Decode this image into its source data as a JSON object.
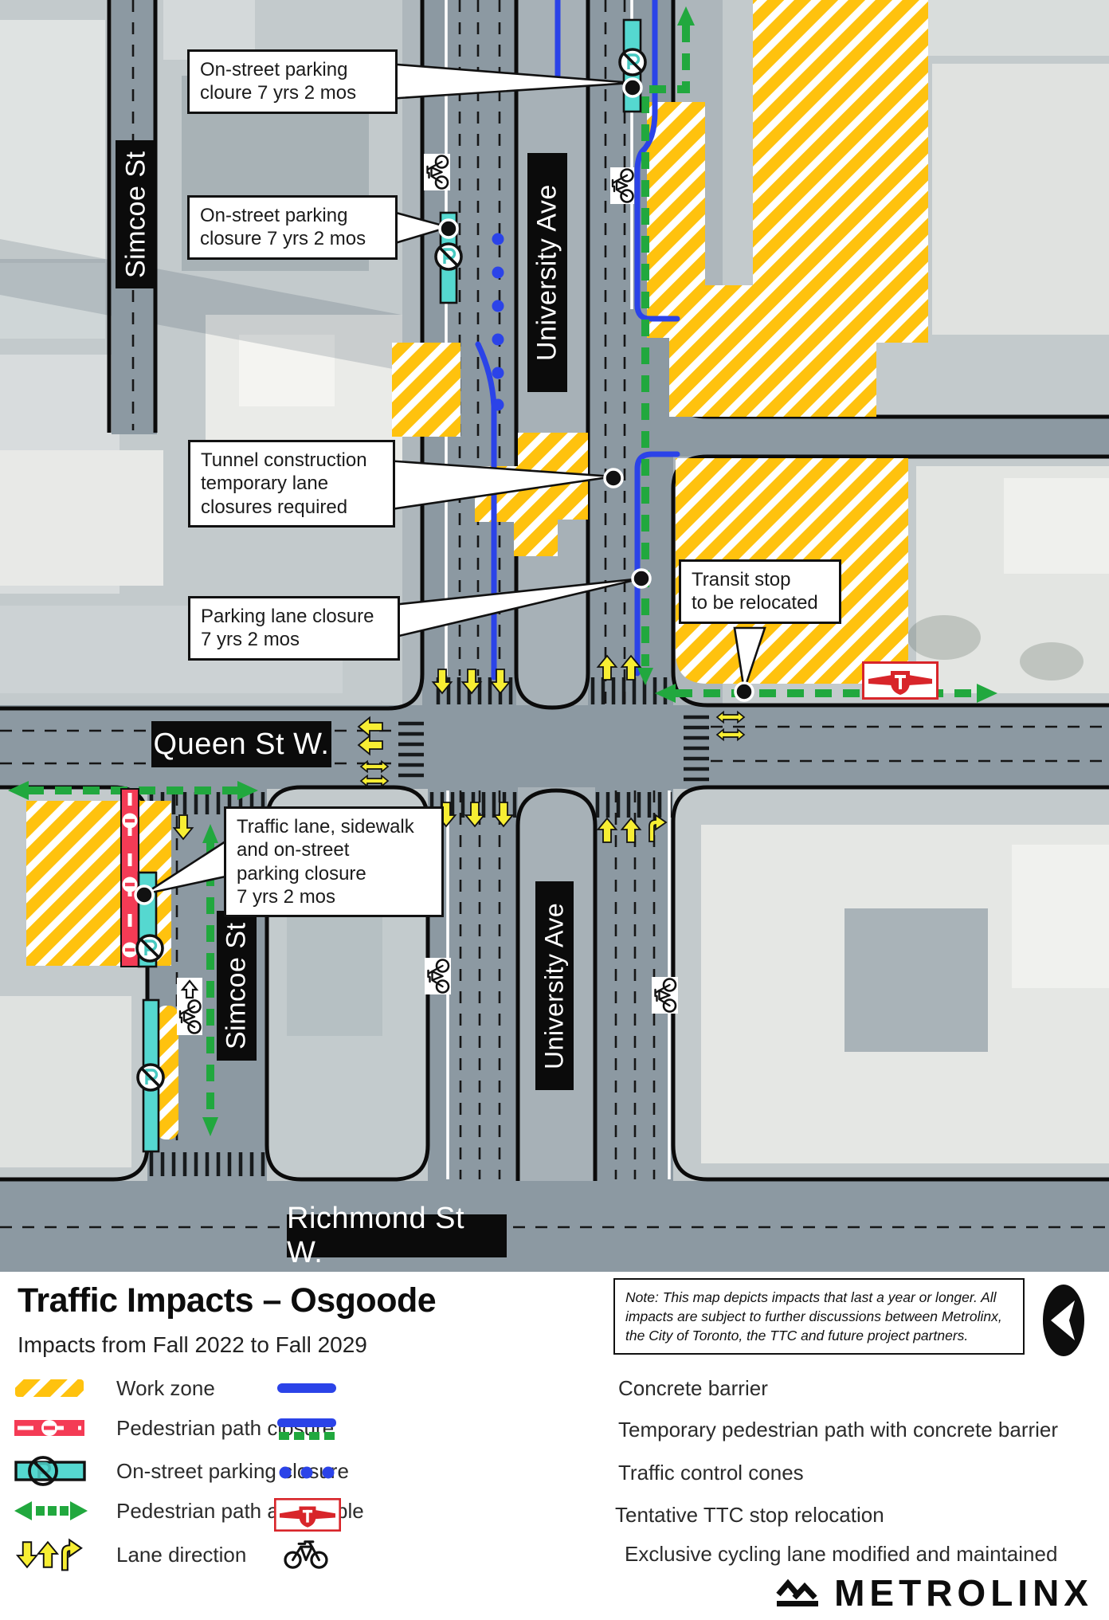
{
  "colors": {
    "work_zone_yellow": "#FFC20E",
    "barrier_blue": "#2B43E8",
    "path_green": "#21A83E",
    "parking_teal": "#55D8D0",
    "closure_red": "#F43B55",
    "ttc_red": "#D8252A",
    "road_gray": "#8C99A2",
    "arrow_yellow": "#F7EE33",
    "label_black": "#0B0B0B"
  },
  "map": {
    "street_labels": {
      "simcoe_top": "Simcoe St",
      "university_top": "University Ave",
      "queen": "Queen St W.",
      "simcoe_bottom": "Simcoe St",
      "university_bottom": "University Ave",
      "richmond": "Richmond St W."
    },
    "callouts": {
      "parking_top": {
        "text": "On-street parking\ncloure 7 yrs 2 mos"
      },
      "parking_mid": {
        "text": "On-street parking\nclosure 7 yrs 2 mos"
      },
      "tunnel": {
        "text": "Tunnel construction\ntemporary lane\nclosures required"
      },
      "parking_lane": {
        "text": "Parking lane closure\n7 yrs 2 mos"
      },
      "transit_stop": {
        "text": "Transit stop\nto be relocated"
      },
      "traffic_lane": {
        "text": "Traffic lane, sidewalk\nand on-street\nparking closure\n7 yrs 2 mos"
      }
    }
  },
  "footer": {
    "title": "Traffic Impacts – Osgoode",
    "subtitle": "Impacts from Fall 2022 to Fall 2029",
    "note": "Note: This map depicts impacts that last a year or longer. All impacts are subject to further discussions between Metrolinx, the City of Toronto, the TTC and future project partners.",
    "brand": "METROLINX"
  },
  "legend": {
    "left": [
      {
        "id": "work-zone",
        "label": "Work zone"
      },
      {
        "id": "pedestrian-path-closure",
        "label": "Pedestrian path closure"
      },
      {
        "id": "on-street-parking-closure",
        "label": "On-street parking closure"
      },
      {
        "id": "pedestrian-path-accessible",
        "label": "Pedestrian path accessible"
      },
      {
        "id": "lane-direction",
        "label": "Lane direction"
      }
    ],
    "right": [
      {
        "id": "concrete-barrier",
        "label": "Concrete barrier"
      },
      {
        "id": "temporary-pedestrian-path",
        "label": "Temporary pedestrian path with concrete barrier"
      },
      {
        "id": "traffic-control-cones",
        "label": "Traffic control cones"
      },
      {
        "id": "tentative-ttc-stop-relocation",
        "label": "Tentative TTC stop relocation"
      },
      {
        "id": "exclusive-cycling-lane",
        "label": "Exclusive cycling lane modified and maintained"
      }
    ]
  }
}
